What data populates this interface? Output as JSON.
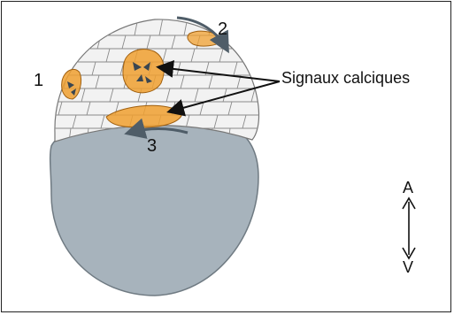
{
  "labels": {
    "n1": "1",
    "n2": "2",
    "n3": "3",
    "signals": "Signaux calciques",
    "axis_top": "A",
    "axis_bottom": "V"
  },
  "colors": {
    "yolk": "#a7b3bc",
    "yolk_stroke": "#6f7a82",
    "cells_fill": "#f2f2f2",
    "cell_lines": "#8a8a8a",
    "signal_orange": "#f0a030",
    "arrow_grey": "#4f5d68"
  }
}
